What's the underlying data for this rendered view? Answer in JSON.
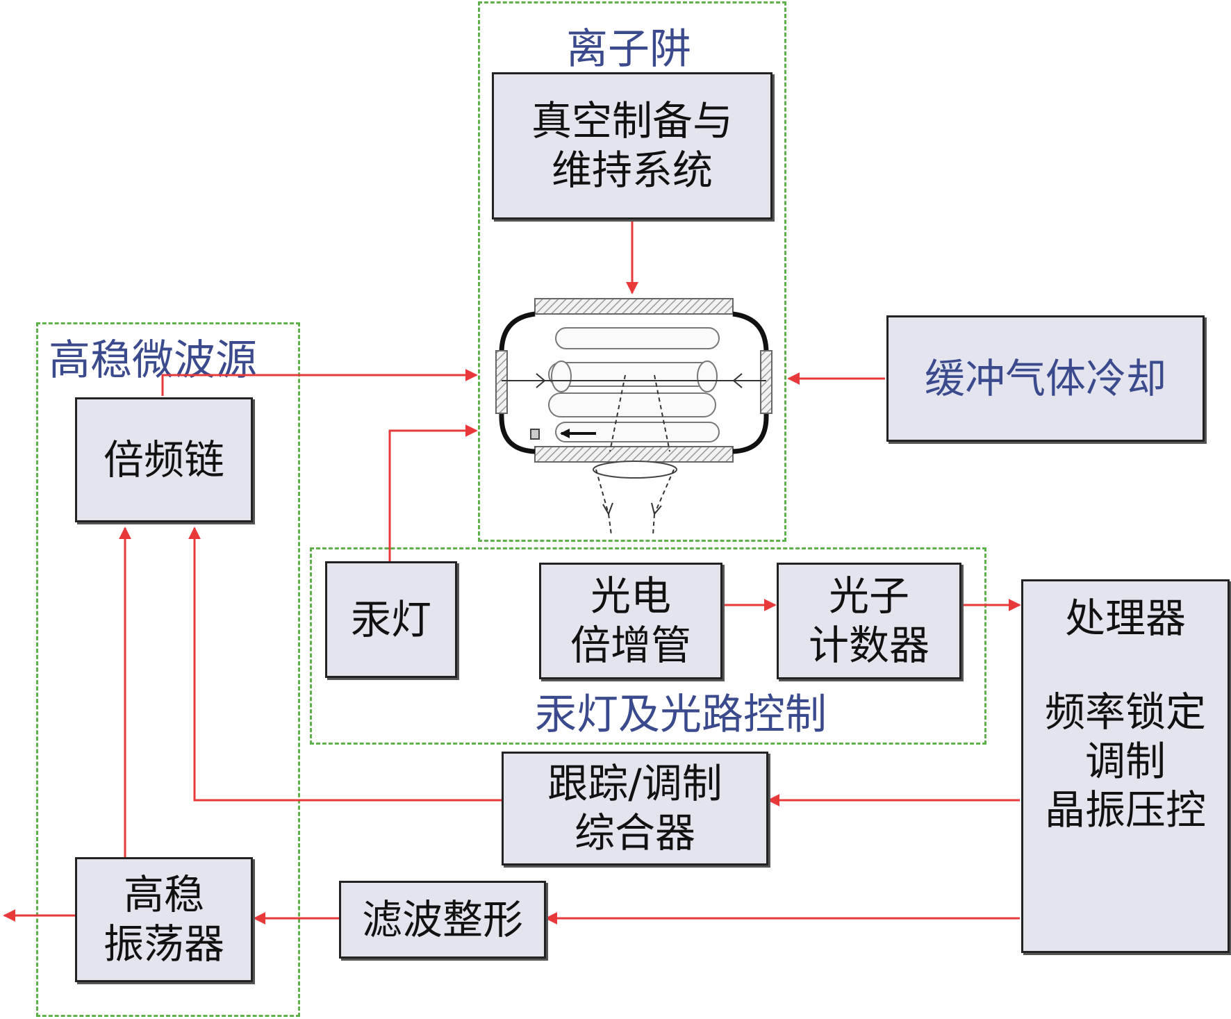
{
  "colors": {
    "arrow": "#e8393a",
    "group_border": "#5fb14a",
    "box_fill": "#e4e4ee",
    "label_blue": "#3a4a8c"
  },
  "groups": {
    "ion_trap": "离子阱",
    "microwave_source": "高稳微波源",
    "mercury_lamp_optics": "汞灯及光路控制"
  },
  "boxes": {
    "vacuum": {
      "line1": "真空制备与",
      "line2": "维持系统"
    },
    "buffer_gas": "缓冲气体冷却",
    "freq_chain": "倍频链",
    "mercury_lamp": "汞灯",
    "pmt": {
      "line1": "光电",
      "line2": "倍增管"
    },
    "photon_counter": {
      "line1": "光子",
      "line2": "计数器"
    },
    "processor": {
      "line1": "处理器",
      "line2": "频率锁定",
      "line3": "调制",
      "line4": "晶振压控"
    },
    "tracking": {
      "line1": "跟踪/调制",
      "line2": "综合器"
    },
    "oscillator": {
      "line1": "高稳",
      "line2": "振荡器"
    },
    "filter": "滤波整形"
  }
}
